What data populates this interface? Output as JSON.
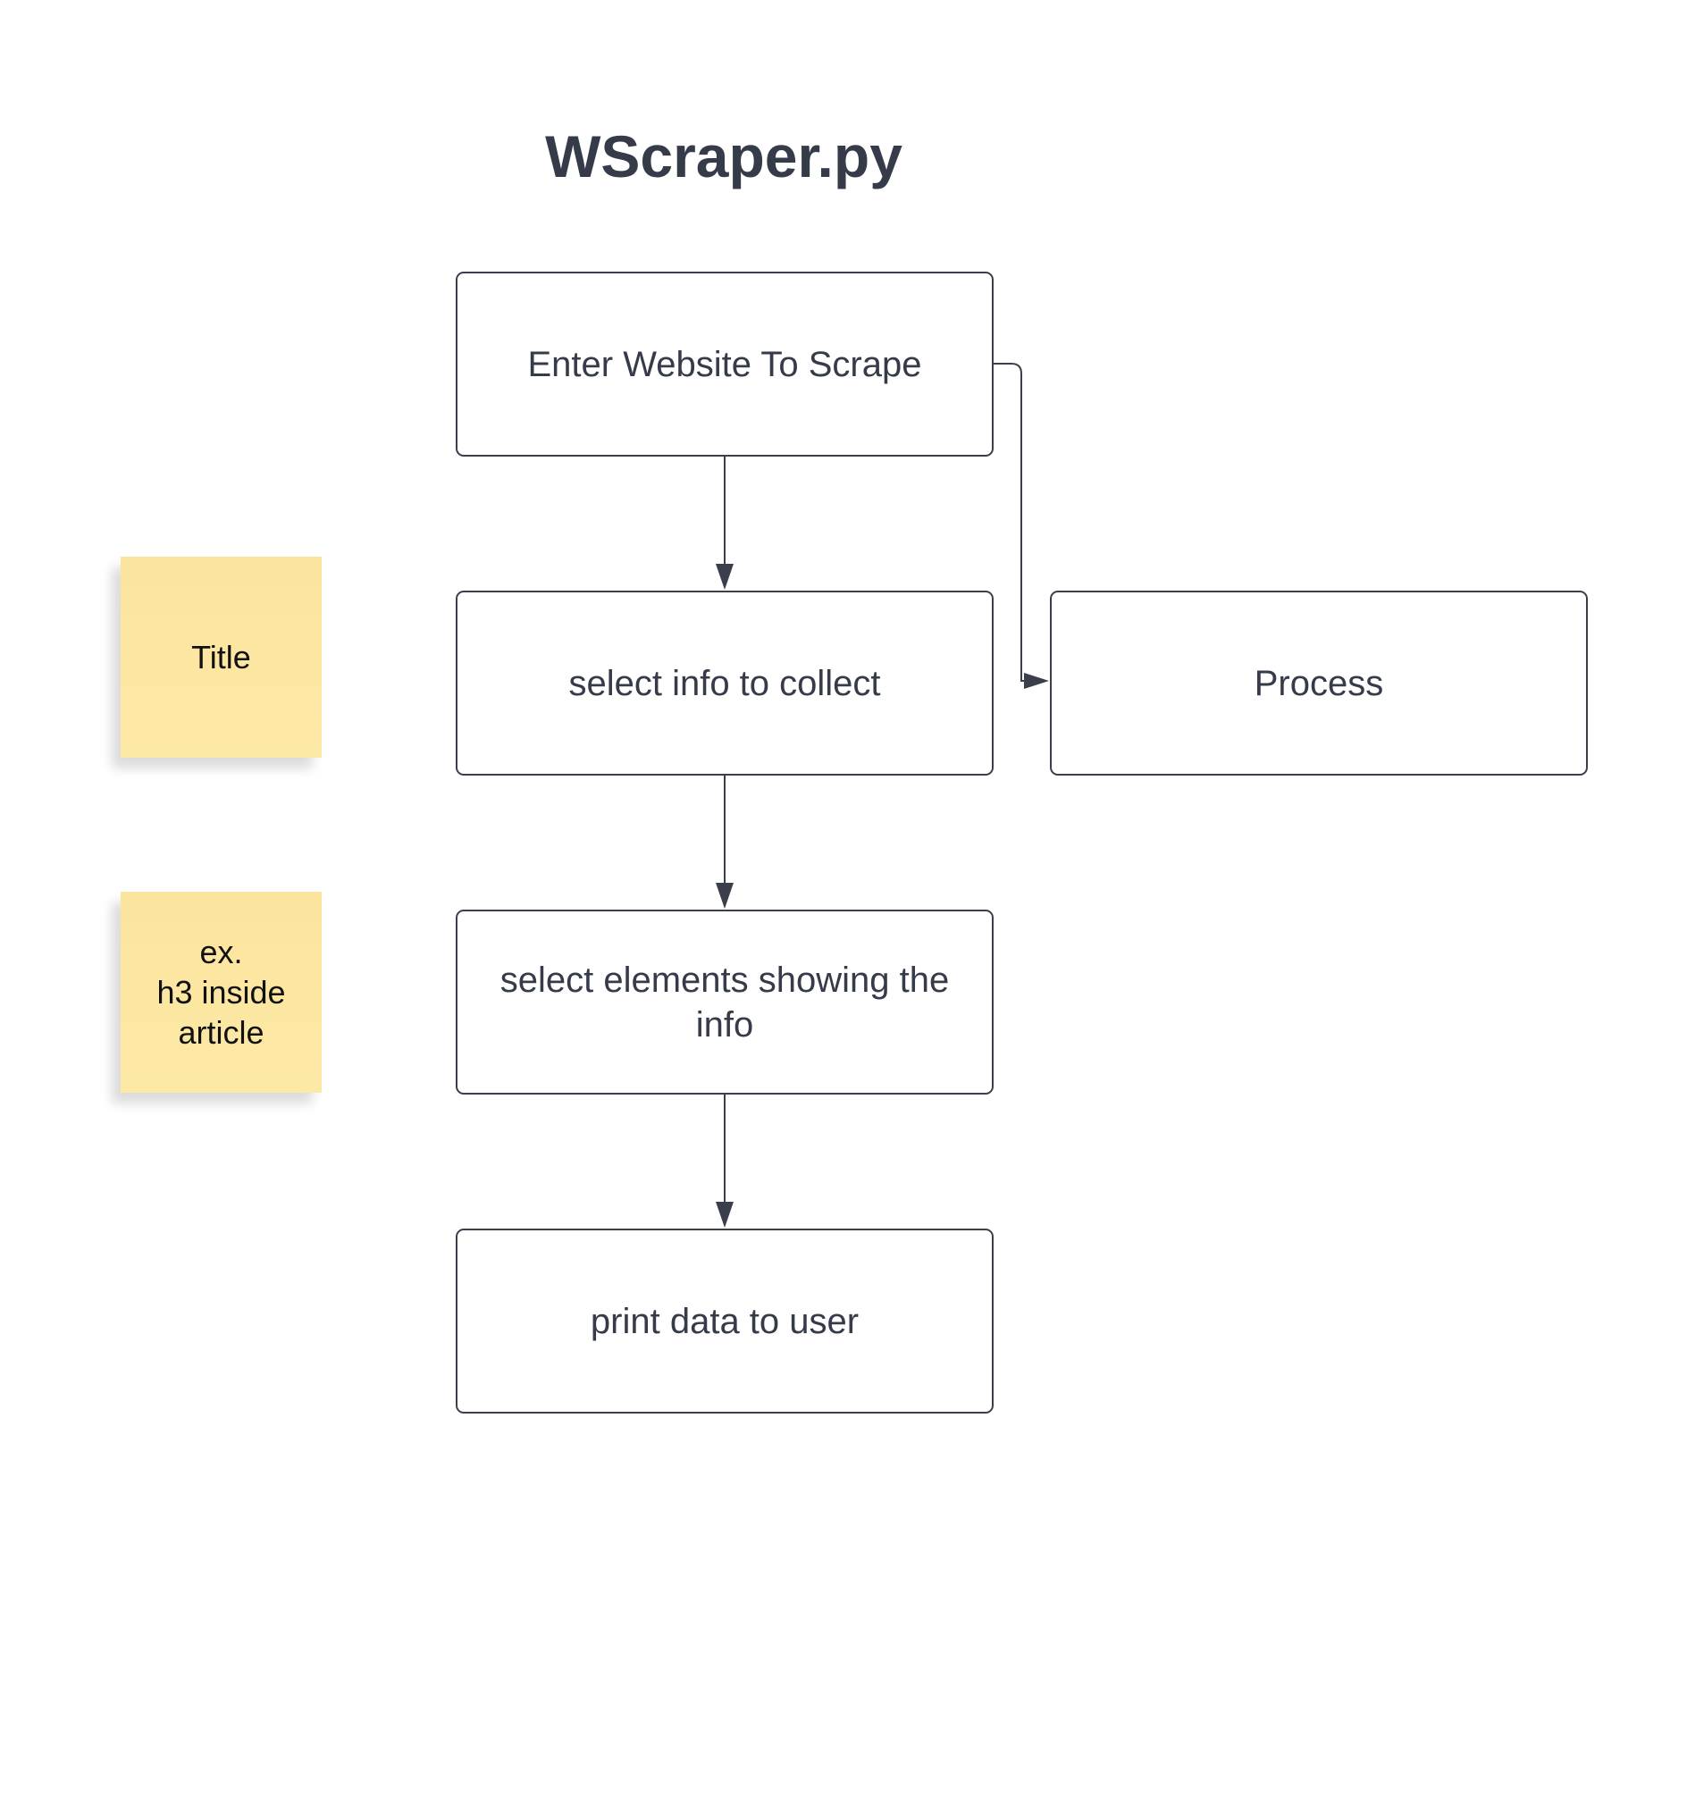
{
  "diagram": {
    "title": "WScraper.py",
    "nodes": [
      {
        "id": "enter",
        "label": "Enter Website To Scrape"
      },
      {
        "id": "select-info",
        "label": "select info to collect"
      },
      {
        "id": "select-elements",
        "label": "select elements showing the info"
      },
      {
        "id": "print",
        "label": "print data to user"
      },
      {
        "id": "process",
        "label": "Process"
      }
    ],
    "edges": [
      {
        "from": "enter",
        "to": "select-info"
      },
      {
        "from": "select-info",
        "to": "select-elements"
      },
      {
        "from": "select-elements",
        "to": "print"
      },
      {
        "from": "enter",
        "to": "process"
      }
    ],
    "notes": [
      {
        "label": "Title"
      },
      {
        "label": "ex.\nh3 inside\narticle"
      }
    ],
    "colors": {
      "stroke": "#3a3f4b",
      "text": "#353b48",
      "sticky": "#fde9a6"
    }
  }
}
